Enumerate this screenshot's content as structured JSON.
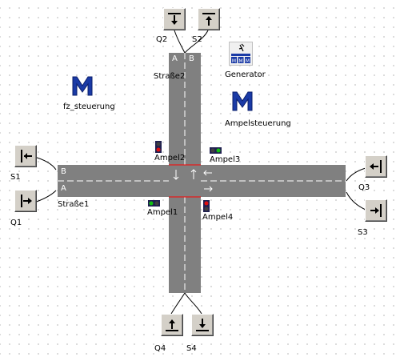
{
  "labels": {
    "q1": "Q1",
    "q2": "Q2",
    "q3": "Q3",
    "q4": "Q4",
    "s1": "S1",
    "s2": "S2",
    "s3": "S3",
    "s4": "S4",
    "strasse1": "Straße1",
    "strasse2": "Straße2",
    "generator": "Generator",
    "fz_steuerung": "fz_steuerung",
    "ampelsteuerung": "Ampelsteuerung",
    "ampel1": "Ampel1",
    "ampel2": "Ampel2",
    "ampel3": "Ampel3",
    "ampel4": "Ampel4"
  },
  "lanes": {
    "h_top": "B",
    "h_bottom": "A",
    "v_left": "A",
    "v_right": "B"
  },
  "blocks": {
    "m_glyph": "M",
    "generator_glyph": "M M M"
  },
  "colors": {
    "road": "#808080",
    "lane_marking": "#ffffff",
    "stop_line": "#ff0000",
    "button_face": "#d4d0c8",
    "block_blue": "#1a3aa6",
    "light_red": "#e01010",
    "light_green": "#10c010"
  },
  "icons": {
    "sources": "arrow-to-road-icon",
    "sinks": "arrow-from-road-icon",
    "control": "m-block-icon",
    "lights": "traffic-light-icon"
  }
}
